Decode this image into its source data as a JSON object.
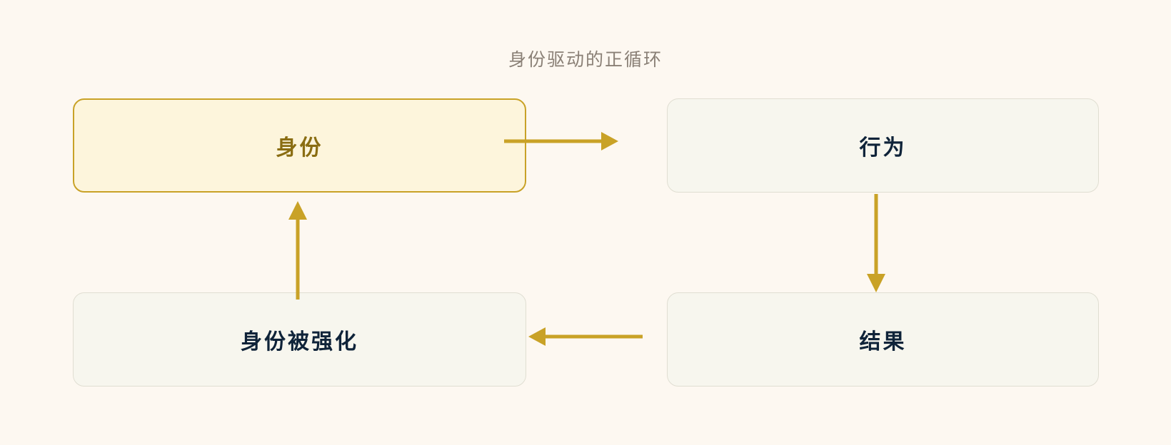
{
  "diagram": {
    "title": "身份驱动的正循环",
    "type": "cycle-flowchart",
    "colors": {
      "background": "#fdf8f1",
      "accent_gold": "#c9a227",
      "highlight_fill": "#fdf5dc",
      "highlight_text": "#8a6d12",
      "node_fill": "#f7f6ee",
      "node_border": "#e0ded2",
      "node_text": "#0f2339",
      "title_text": "#8a8076"
    },
    "nodes": [
      {
        "id": "identity",
        "label": "身份",
        "style": "highlight"
      },
      {
        "id": "behavior",
        "label": "行为",
        "style": "plain"
      },
      {
        "id": "result",
        "label": "结果",
        "style": "plain"
      },
      {
        "id": "identity_reinforced",
        "label": "身份被强化",
        "style": "plain"
      }
    ],
    "edges": [
      {
        "id": "identity-to-behavior",
        "from": "identity",
        "to": "behavior",
        "direction": "right"
      },
      {
        "id": "behavior-to-result",
        "from": "behavior",
        "to": "result",
        "direction": "down"
      },
      {
        "id": "result-to-reinforced",
        "from": "result",
        "to": "identity_reinforced",
        "direction": "left"
      },
      {
        "id": "reinforced-to-identity",
        "from": "identity_reinforced",
        "to": "identity",
        "direction": "up"
      }
    ]
  }
}
